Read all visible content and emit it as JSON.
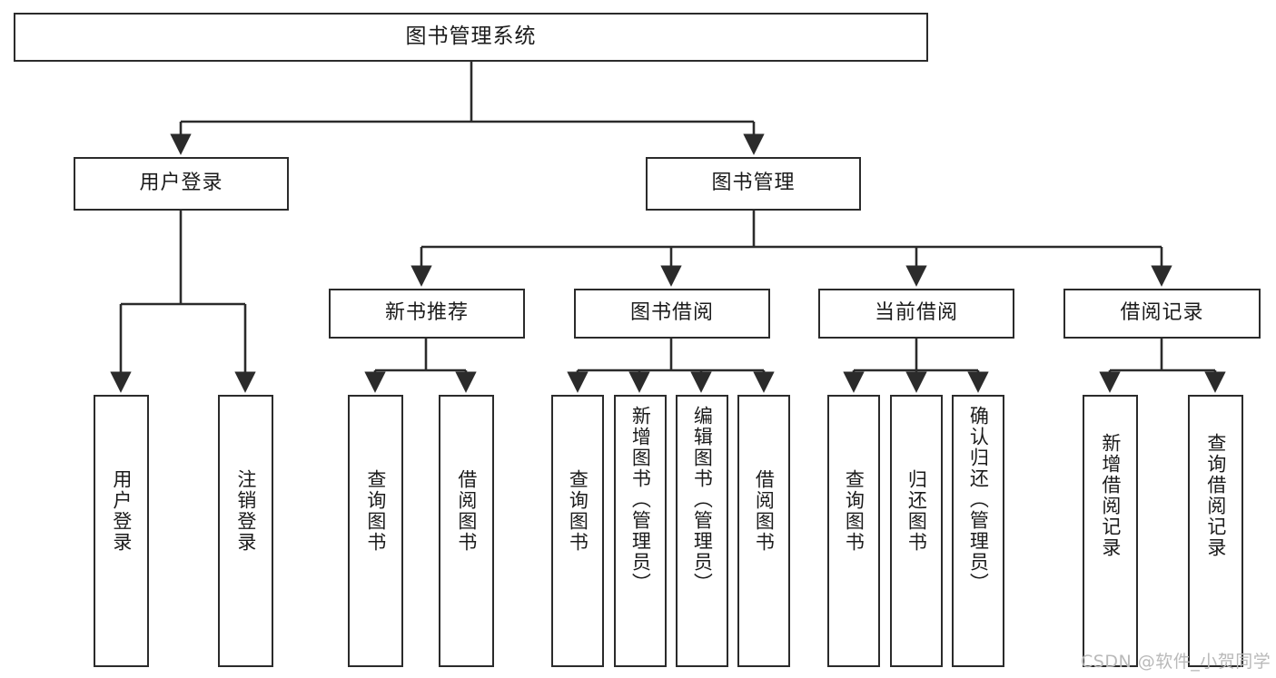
{
  "diagram": {
    "title": "图书管理系统",
    "type": "tree-hierarchy-diagram",
    "root": {
      "id": "root",
      "label": "图书管理系统",
      "orientation": "horizontal"
    },
    "level1": [
      {
        "id": "user-login",
        "label": "用户登录",
        "orientation": "horizontal"
      },
      {
        "id": "book-management",
        "label": "图书管理",
        "orientation": "horizontal"
      }
    ],
    "level2": [
      {
        "id": "new-book-recommend",
        "label": "新书推荐",
        "orientation": "horizontal",
        "parent": "book-management"
      },
      {
        "id": "book-borrow",
        "label": "图书借阅",
        "orientation": "horizontal",
        "parent": "book-management"
      },
      {
        "id": "current-borrow",
        "label": "当前借阅",
        "orientation": "horizontal",
        "parent": "book-management"
      },
      {
        "id": "borrow-record",
        "label": "借阅记录",
        "orientation": "horizontal",
        "parent": "book-management"
      }
    ],
    "leaves": [
      {
        "id": "leaf-user-login",
        "label": "用户登录",
        "parent": "user-login"
      },
      {
        "id": "leaf-user-logout",
        "label": "注销登录",
        "parent": "user-login"
      },
      {
        "id": "leaf-query-book-1",
        "label": "查询图书",
        "parent": "new-book-recommend"
      },
      {
        "id": "leaf-borrow-book-1",
        "label": "借阅图书",
        "parent": "new-book-recommend"
      },
      {
        "id": "leaf-query-book-2",
        "label": "查询图书",
        "parent": "book-borrow"
      },
      {
        "id": "leaf-add-book",
        "label": "新增图书（管理员）",
        "parent": "book-borrow"
      },
      {
        "id": "leaf-edit-book",
        "label": "编辑图书（管理员）",
        "parent": "book-borrow"
      },
      {
        "id": "leaf-borrow-book-2",
        "label": "借阅图书",
        "parent": "book-borrow"
      },
      {
        "id": "leaf-query-book-3",
        "label": "查询图书",
        "parent": "current-borrow"
      },
      {
        "id": "leaf-return-book",
        "label": "归还图书",
        "parent": "current-borrow"
      },
      {
        "id": "leaf-confirm-return",
        "label": "确认归还（管理员）",
        "parent": "current-borrow"
      },
      {
        "id": "leaf-add-record",
        "label": "新增借阅记录",
        "parent": "borrow-record"
      },
      {
        "id": "leaf-query-record",
        "label": "查询借阅记录",
        "parent": "borrow-record"
      }
    ],
    "colors": {
      "stroke": "#2b2b2b",
      "fill": "#ffffff",
      "text": "#1b1b1b",
      "watermark": "#b9b9b9"
    }
  },
  "watermark": {
    "text": "CSDN @软件_小贺同学"
  }
}
